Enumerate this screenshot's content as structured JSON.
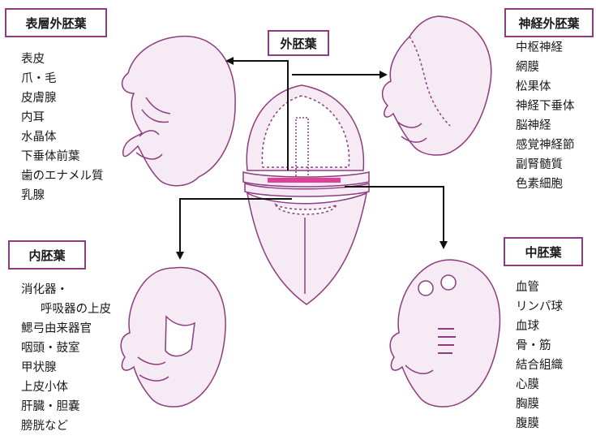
{
  "center": {
    "label": "外胚葉"
  },
  "surface_ectoderm": {
    "title": "表層外胚葉",
    "items": [
      "表皮",
      "爪・毛",
      "皮膚腺",
      "内耳",
      "水晶体",
      "下垂体前葉",
      "歯のエナメル質",
      "乳腺"
    ]
  },
  "neural_ectoderm": {
    "title": "神経外胚葉",
    "items": [
      "中枢神経",
      "網膜",
      "松果体",
      "神経下垂体",
      "脳神経",
      "感覚神経節",
      "副腎髄質",
      "色素細胞"
    ]
  },
  "endoderm": {
    "title": "内胚葉",
    "items": [
      "消化器・",
      "呼吸器の上皮",
      "鰓弓由来器官",
      "咽頭・鼓室",
      "甲状腺",
      "上皮小体",
      "肝臓・胆嚢",
      "膀胱など"
    ]
  },
  "mesoderm": {
    "title": "中胚葉",
    "items": [
      "血管",
      "リンパ球",
      "血球",
      "骨・筋",
      "結合組織",
      "心膜",
      "胸膜",
      "腹膜"
    ]
  },
  "colors": {
    "accent": "#8e3c80",
    "highlight": "#e0409a",
    "fill": "#f6eaf4"
  }
}
